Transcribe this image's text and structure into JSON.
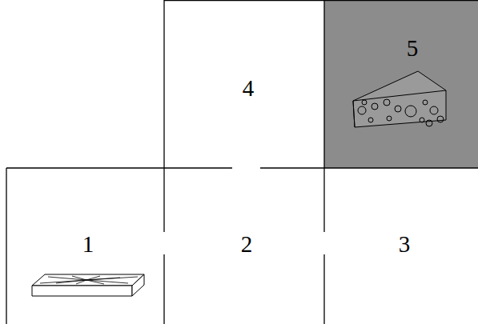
{
  "diagram": {
    "nodes": [
      {
        "text": [
          "4"
        ]
      },
      {
        "text": [
          "5"
        ]
      },
      {
        "text": [
          "1"
        ]
      },
      {
        "text": [
          "2"
        ]
      },
      {
        "text": [
          "3"
        ]
      }
    ]
  }
}
